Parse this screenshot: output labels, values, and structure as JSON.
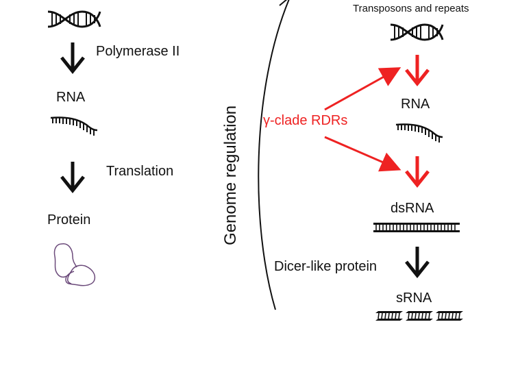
{
  "left_pathway": {
    "step1_label": "Polymerase II",
    "rna_label": "RNA",
    "step2_label": "Translation",
    "protein_label": "Protein"
  },
  "center": {
    "axis_label": "Genome regulation"
  },
  "right_pathway": {
    "source_label": "Transposons and repeats",
    "rna_label": "RNA",
    "enzyme_label": "γ-clade RDRs",
    "dsrna_label": "dsRNA",
    "dicer_label": "Dicer-like protein",
    "srna_label": "sRNA"
  },
  "colors": {
    "black": "#111111",
    "red": "#ee2222",
    "protein_outline": "#6b4a7a"
  },
  "icons": [
    "dna-double-helix-icon",
    "single-strand-rna-icon",
    "protein-blob-icon",
    "dsrna-icon",
    "srna-fragments-icon"
  ]
}
